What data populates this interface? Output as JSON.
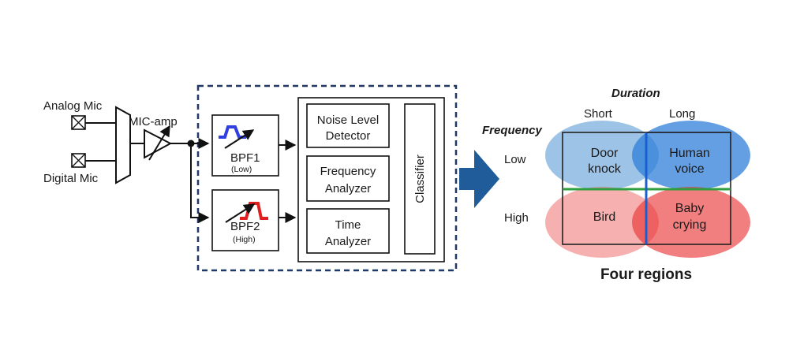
{
  "block_diagram": {
    "analog_mic": "Analog Mic",
    "digital_mic": "Digital Mic",
    "mic_amp": "MIC-amp",
    "bpf1": {
      "name": "BPF1",
      "band": "(Low)"
    },
    "bpf2": {
      "name": "BPF2",
      "band": "(High)"
    },
    "noise_detector": {
      "line1": "Noise Level",
      "line2": "Detector"
    },
    "frequency_analyzer": {
      "line1": "Frequency",
      "line2": "Analyzer"
    },
    "time_analyzer": {
      "line1": "Time",
      "line2": "Analyzer"
    },
    "classifier": "Classifier"
  },
  "regions": {
    "duration_title": "Duration",
    "frequency_title": "Frequency",
    "short": "Short",
    "long": "Long",
    "low": "Low",
    "high": "High",
    "door_knock": {
      "line1": "Door",
      "line2": "knock"
    },
    "human_voice": {
      "line1": "Human",
      "line2": "voice"
    },
    "bird": "Bird",
    "baby_crying": {
      "line1": "Baby",
      "line2": "crying"
    },
    "caption": "Four regions"
  },
  "colors": {
    "dashed_border": "#1f3864",
    "arrow": "#1f5c99",
    "blue_region": "#5b9bd5",
    "red_region": "#f07070",
    "divider_green": "#2e9e3e",
    "divider_blue": "#1a5fd0",
    "bpf1_curve": "#2f3fe0",
    "bpf2_curve": "#e02020"
  }
}
